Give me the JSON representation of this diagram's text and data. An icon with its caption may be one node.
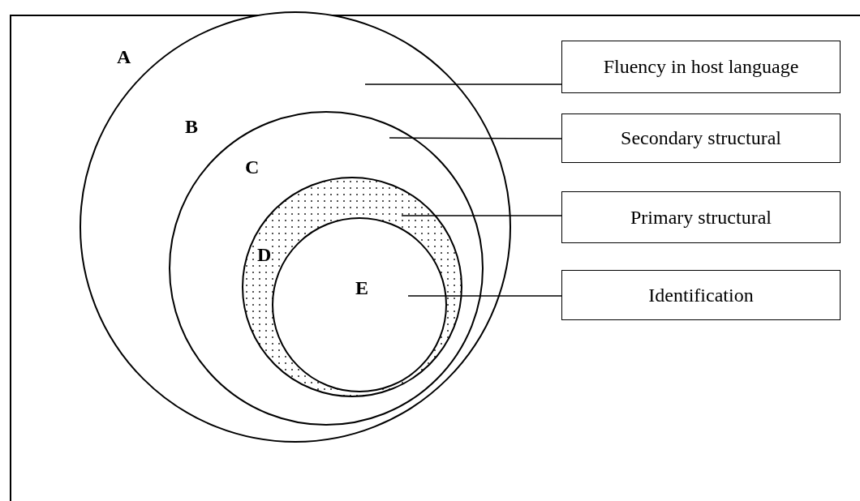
{
  "diagram": {
    "nodes": [
      {
        "text": [
          "A"
        ]
      },
      {
        "text": [
          "B",
          "C"
        ],
        "in": 0
      },
      {
        "text": [
          "D"
        ],
        "in": 1
      },
      {
        "text": [
          "E"
        ],
        "in": 2
      },
      {
        "text": [
          "Fluency in host language"
        ]
      },
      {
        "text": [
          "Secondary structural"
        ]
      },
      {
        "text": [
          "Primary structural"
        ]
      },
      {
        "text": [
          "Identification"
        ]
      }
    ],
    "edges": [
      {
        "from": 4,
        "to": 0,
        "arrow": "none"
      },
      {
        "from": 5,
        "to": 1,
        "arrow": "none"
      },
      {
        "from": 6,
        "to": 2,
        "arrow": "none"
      },
      {
        "from": 7,
        "to": 3,
        "arrow": "none"
      }
    ]
  }
}
